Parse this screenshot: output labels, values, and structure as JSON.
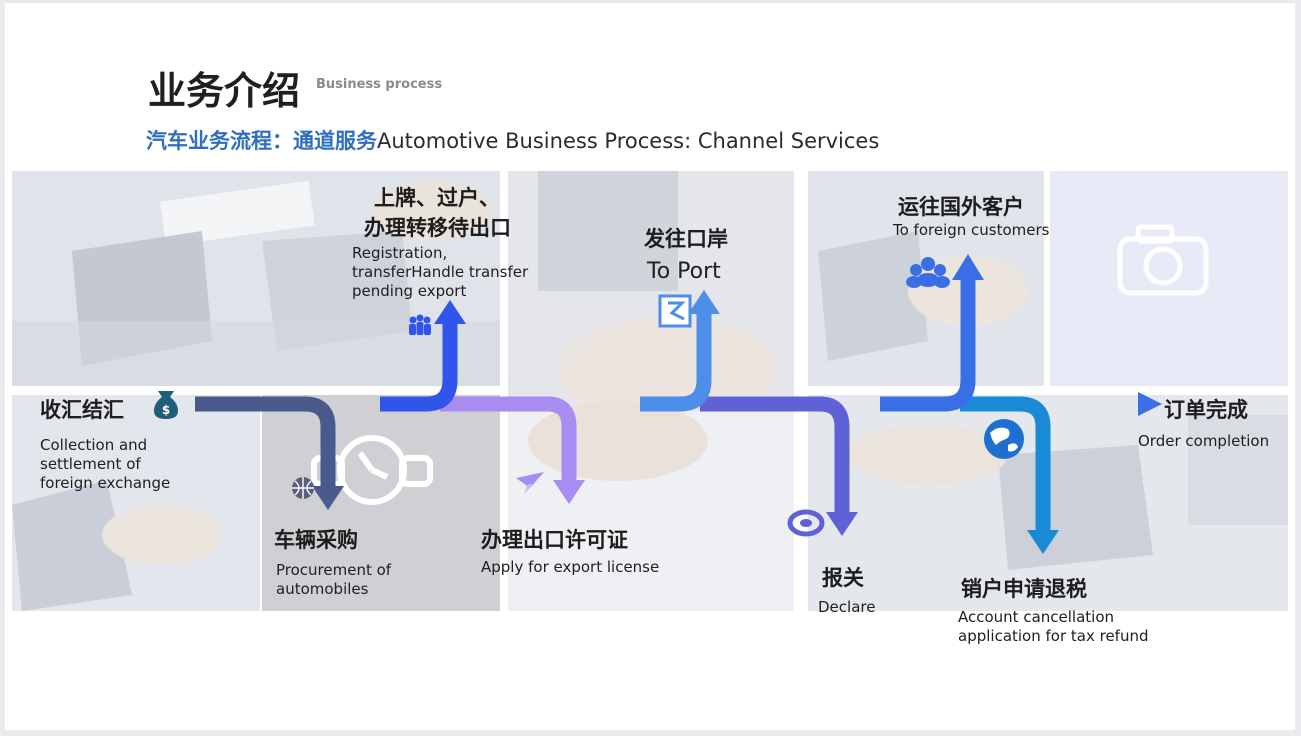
{
  "header": {
    "title_zh": "业务介绍",
    "title_en": "Business process",
    "subtitle_highlight": "汽车业务流程：通道服务",
    "subtitle_rest": "Automotive Business Process: Channel Services"
  },
  "steps": [
    {
      "zh": "收汇结汇",
      "en_lines": [
        "Collection and",
        "settlement of",
        "foreign exchange"
      ],
      "icon": "money-bag-icon"
    },
    {
      "zh": "车辆采购",
      "en_lines": [
        "Procurement of",
        "automobiles"
      ],
      "icon": "globe-grid-icon"
    },
    {
      "zh_lines": [
        "上牌、过户、",
        "办理转移待出口"
      ],
      "en_lines": [
        "Registration,",
        "transferHandle transfer",
        "pending export"
      ],
      "icon": "team-icon"
    },
    {
      "zh": "办理出口许可证",
      "en_lines": [
        "Apply for export license"
      ],
      "icon": "paper-plane-icon"
    },
    {
      "zh": "发往口岸",
      "en_lines": [
        "To Port"
      ],
      "icon": "route-sign-icon"
    },
    {
      "zh": "报关",
      "en_lines": [
        "Declare"
      ],
      "icon": "lifebuoy-icon"
    },
    {
      "zh": "运往国外客户",
      "en_lines": [
        "To foreign customers"
      ],
      "icon": "people-group-icon"
    },
    {
      "zh": "销户申请退税",
      "en_lines": [
        "Account cancellation",
        "application for tax refund"
      ],
      "icon": "world-map-icon"
    },
    {
      "zh": "订单完成",
      "en_lines": [
        "Order completion"
      ],
      "icon": "arrow-right-icon"
    }
  ],
  "colors": {
    "arrow_dark": "#4a5a8c",
    "arrow_blue": "#2f6cf0",
    "arrow_violet": "#a98cf2",
    "arrow_sky": "#4d8fe8",
    "arrow_indigo": "#5f62d6",
    "arrow_teal": "#1a8ad6",
    "highlight_text": "#2f6fc0"
  },
  "placeholder_icons": [
    "watch-icon",
    "camera-icon"
  ]
}
